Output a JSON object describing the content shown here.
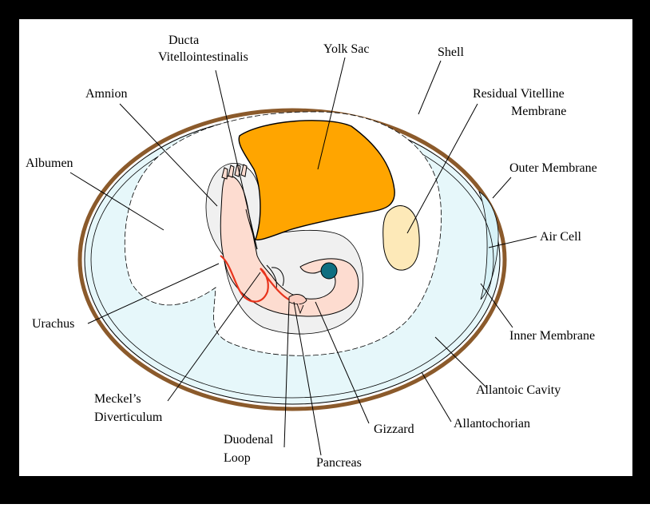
{
  "diagram": {
    "labels": {
      "ducta_line1": "Ducta",
      "ducta_line2": "Vitellointestinalis",
      "yolk_sac": "Yolk Sac",
      "shell": "Shell",
      "residual_line1": "Residual Vitelline",
      "residual_line2": "Membrane",
      "amnion": "Amnion",
      "albumen": "Albumen",
      "outer_membrane": "Outer Membrane",
      "air_cell": "Air Cell",
      "urachus": "Urachus",
      "inner_membrane": "Inner Membrane",
      "allantoic_cavity": "Allantoic Cavity",
      "meckels_line1": "Meckel’s",
      "meckels_line2": "Diverticulum",
      "gizzard": "Gizzard",
      "allantochorian": "Allantochorian",
      "duodenal_line1": "Duodenal",
      "duodenal_line2": "Loop",
      "pancreas": "Pancreas"
    },
    "colors": {
      "frame": "#000000",
      "shell": "#8b5a2b",
      "allantoic_fluid": "#e6f7fa",
      "albumen": "#ffffff",
      "amnion": "#f0f0f0",
      "yolk": "#ffa500",
      "residual_membrane": "#fde9b8",
      "embryo": "#fddcd0",
      "vessel": "#e8331c",
      "eye": "#0f6e80"
    }
  }
}
